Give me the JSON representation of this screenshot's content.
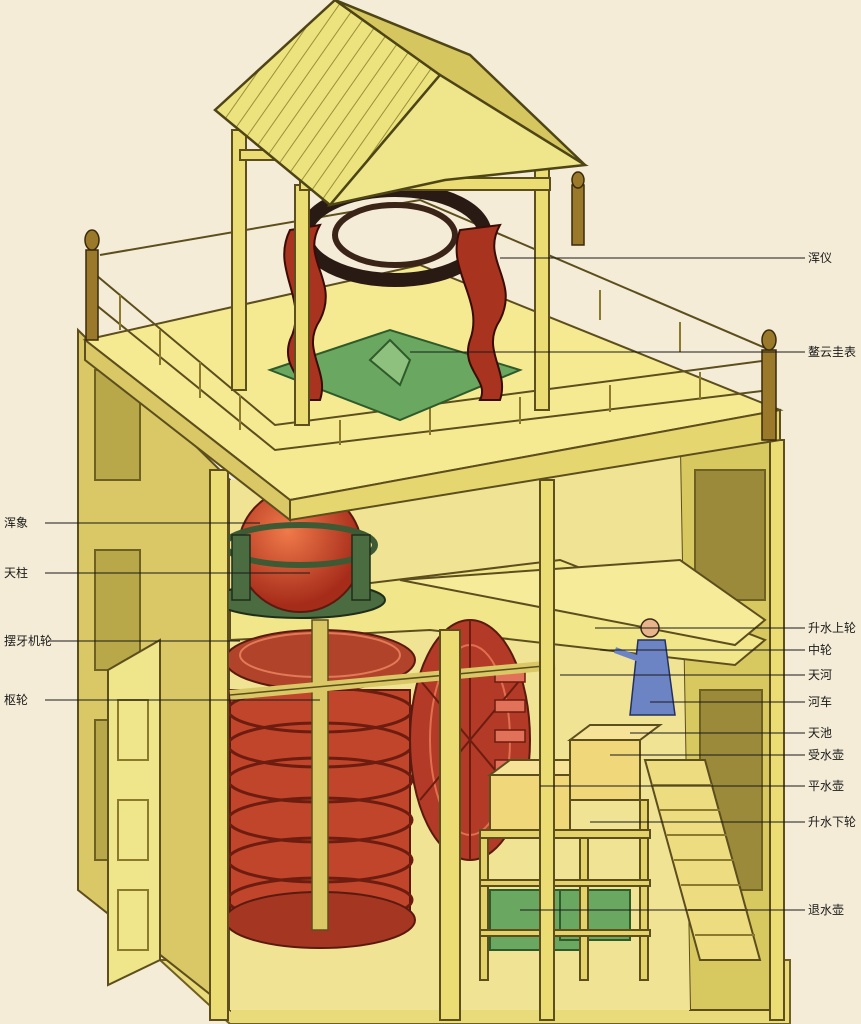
{
  "labels": {
    "hunyi": "浑仪",
    "aoyun_guibiao": "鳌云圭表",
    "hunxiang": "浑象",
    "tianzhu": "天柱",
    "baiya_jilun": "摆牙机轮",
    "shulun": "枢轮",
    "shengshui_shanglun": "升水上轮",
    "zhonglun": "中轮",
    "tianhe": "天河",
    "heche": "河车",
    "tianchi": "天池",
    "shoushui_hu": "受水壶",
    "pingshui_hu": "平水壶",
    "shengshui_xialun": "升水下轮",
    "tuishui_hu": "退水壶"
  },
  "colors": {
    "background": "#f4ecd6",
    "timber": "#e8d760",
    "timber_dark": "#8b7a2e",
    "roof": "#e9e079",
    "wheel_red": "#c8452d",
    "sphere": "#d9482a",
    "green_base": "#6aa862",
    "figure_blue": "#6d84c4"
  }
}
